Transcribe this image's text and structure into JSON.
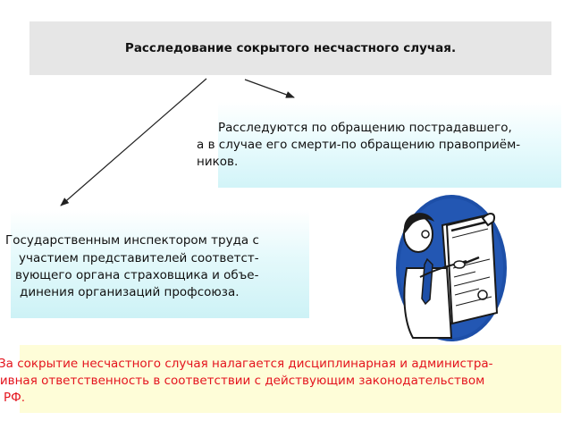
{
  "title": "Расследование сокрытого несчастного случая.",
  "right_box": {
    "line1": "Расследуются по обращению пострадавшего,",
    "line2": "а в случае его смерти-по обращению правоприём-",
    "line3": "ников."
  },
  "left_box": {
    "line1": "Государственным инспектором труда с",
    "line2": "участием представителей соответст-",
    "line3": "вующего органа страховщика и объе-",
    "line4": "динения организаций профсоюза."
  },
  "bottom_box": {
    "line1": "За сокрытие несчастного случая налагается дисциплинарная и администра-",
    "line2": "тивная ответственность в соответствии с действующим законодательством",
    "line3": "РФ."
  },
  "colors": {
    "title_bg": "#e6e6e6",
    "info_box_gradient": "#d2f4f8",
    "note_bg": "#fefdd8",
    "note_text": "#e4141e",
    "clipart_outline": "#1a1a1a",
    "clipart_blue": "#1d4fa8"
  },
  "illustration": "man-reading-document-icon"
}
